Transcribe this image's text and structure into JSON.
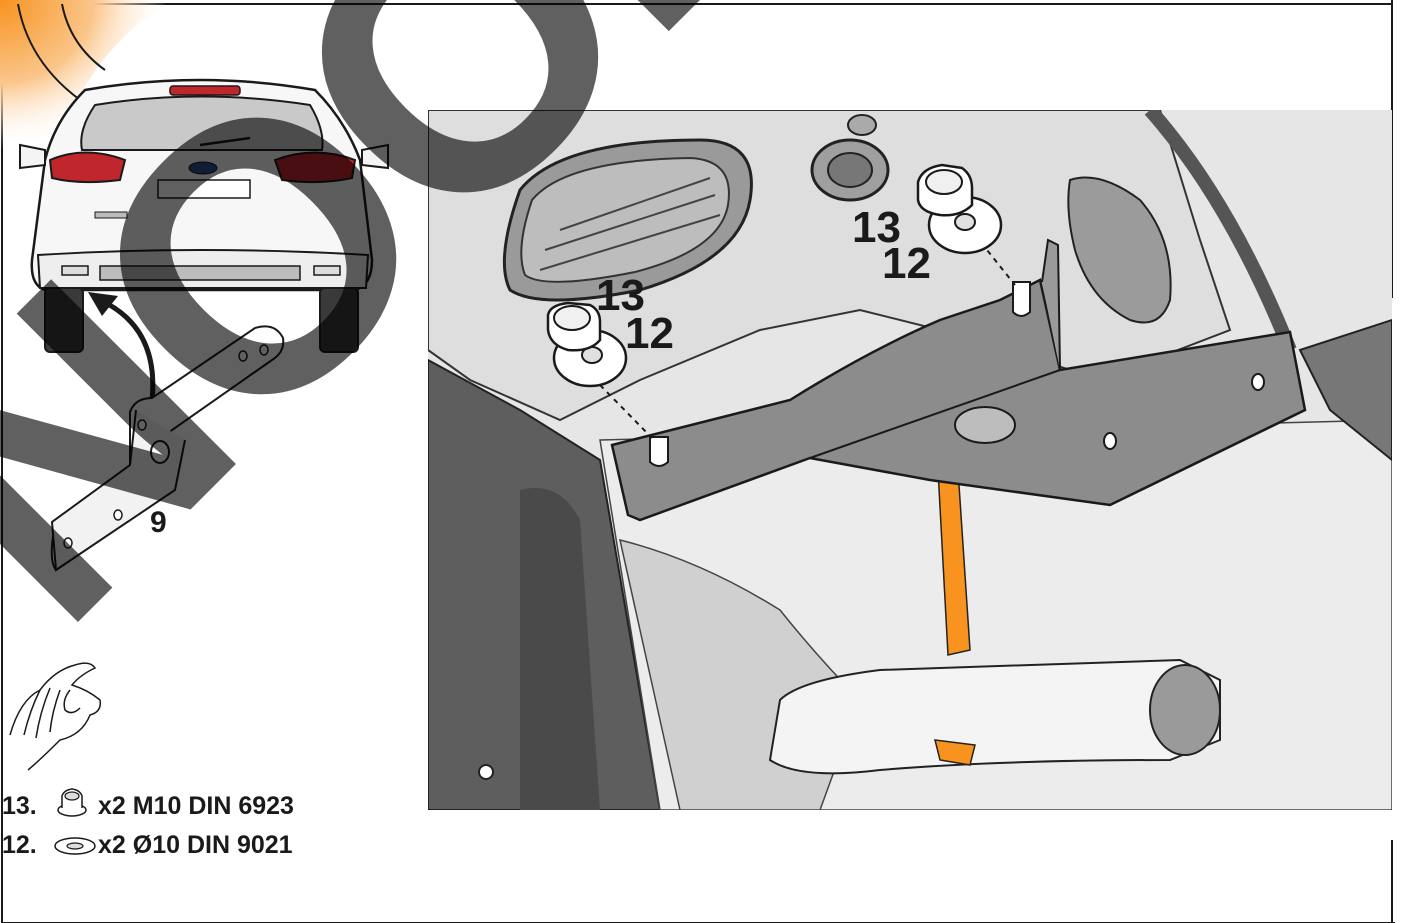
{
  "watermark": {
    "text": "NOOKI",
    "color": "#000000"
  },
  "callouts": {
    "bracket_part": "9",
    "left_nut": "13",
    "left_washer": "12",
    "right_nut": "13",
    "right_washer": "12"
  },
  "legend": {
    "items": [
      {
        "number": "13.",
        "icon": "flange-nut-icon",
        "text": "x2 M10 DIN 6923"
      },
      {
        "number": "12.",
        "icon": "washer-icon",
        "text": "x2 Ø10 DIN 9021"
      }
    ]
  },
  "colors": {
    "accent_orange": "#f7931e",
    "bracket_gray": "#8c8c8c",
    "tail_light_red": "#c0272d",
    "panel_gray": "#d9d9d9"
  }
}
